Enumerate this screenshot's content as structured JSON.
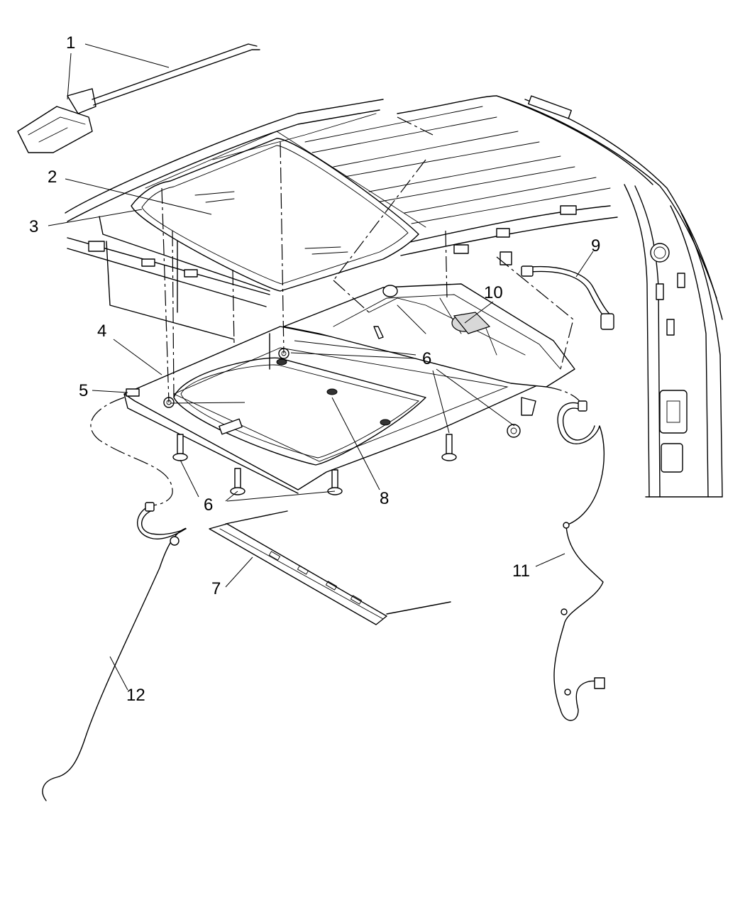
{
  "diagram": {
    "callouts": [
      {
        "id": "c1",
        "label": "1"
      },
      {
        "id": "c2",
        "label": "2"
      },
      {
        "id": "c3",
        "label": "3"
      },
      {
        "id": "c4",
        "label": "4"
      },
      {
        "id": "c5",
        "label": "5"
      },
      {
        "id": "c6a",
        "label": "6"
      },
      {
        "id": "c6b",
        "label": "6"
      },
      {
        "id": "c7",
        "label": "7"
      },
      {
        "id": "c8",
        "label": "8"
      },
      {
        "id": "c9",
        "label": "9"
      },
      {
        "id": "c10",
        "label": "10"
      },
      {
        "id": "c11",
        "label": "11"
      },
      {
        "id": "c12",
        "label": "12"
      }
    ],
    "parts": [
      {
        "id": "p1",
        "icon": "sunroof-motor-icon"
      },
      {
        "id": "p2",
        "icon": "glass-panel-icon"
      },
      {
        "id": "p3",
        "icon": "glass-seal-icon"
      },
      {
        "id": "p4",
        "icon": "sunroof-frame-icon"
      },
      {
        "id": "p5",
        "icon": "frame-bracket-icon"
      },
      {
        "id": "p6",
        "icon": "bolt-icon"
      },
      {
        "id": "p7",
        "icon": "sunshade-icon"
      },
      {
        "id": "p8",
        "icon": "frame-seal-icon"
      },
      {
        "id": "p9",
        "icon": "wiring-harness-icon"
      },
      {
        "id": "p10",
        "icon": "motor-drive-icon"
      },
      {
        "id": "p11",
        "icon": "rear-drain-tube-icon"
      },
      {
        "id": "p12",
        "icon": "front-drain-tube-icon"
      }
    ]
  }
}
